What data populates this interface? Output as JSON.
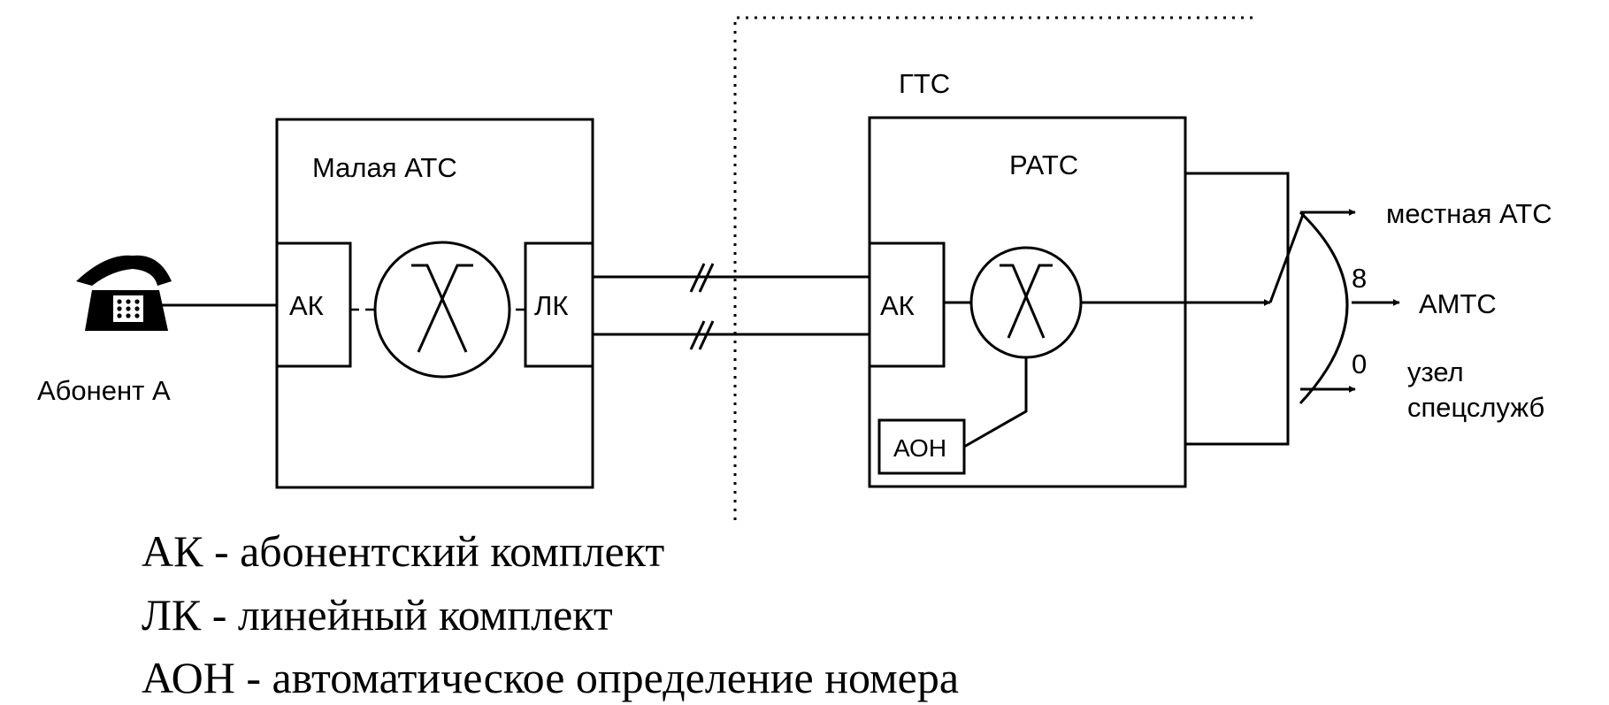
{
  "labels": {
    "subscriber": "Абонент А",
    "small_exchange": "Малая АТС",
    "gts": "ГТС",
    "rats": "РАТС",
    "ak_left": "АК",
    "lk": "ЛК",
    "ak_right": "АК",
    "aon": "АОН",
    "out_local": "местная АТС",
    "out_amts": "АМТС",
    "out_special_1": "узел",
    "out_special_2": "спецслужб",
    "digit_8": "8",
    "digit_0": "0"
  },
  "legend": [
    "АК - абонентский комплект",
    "ЛК - линейный комплект",
    "АОН - автоматическое определение номера"
  ]
}
